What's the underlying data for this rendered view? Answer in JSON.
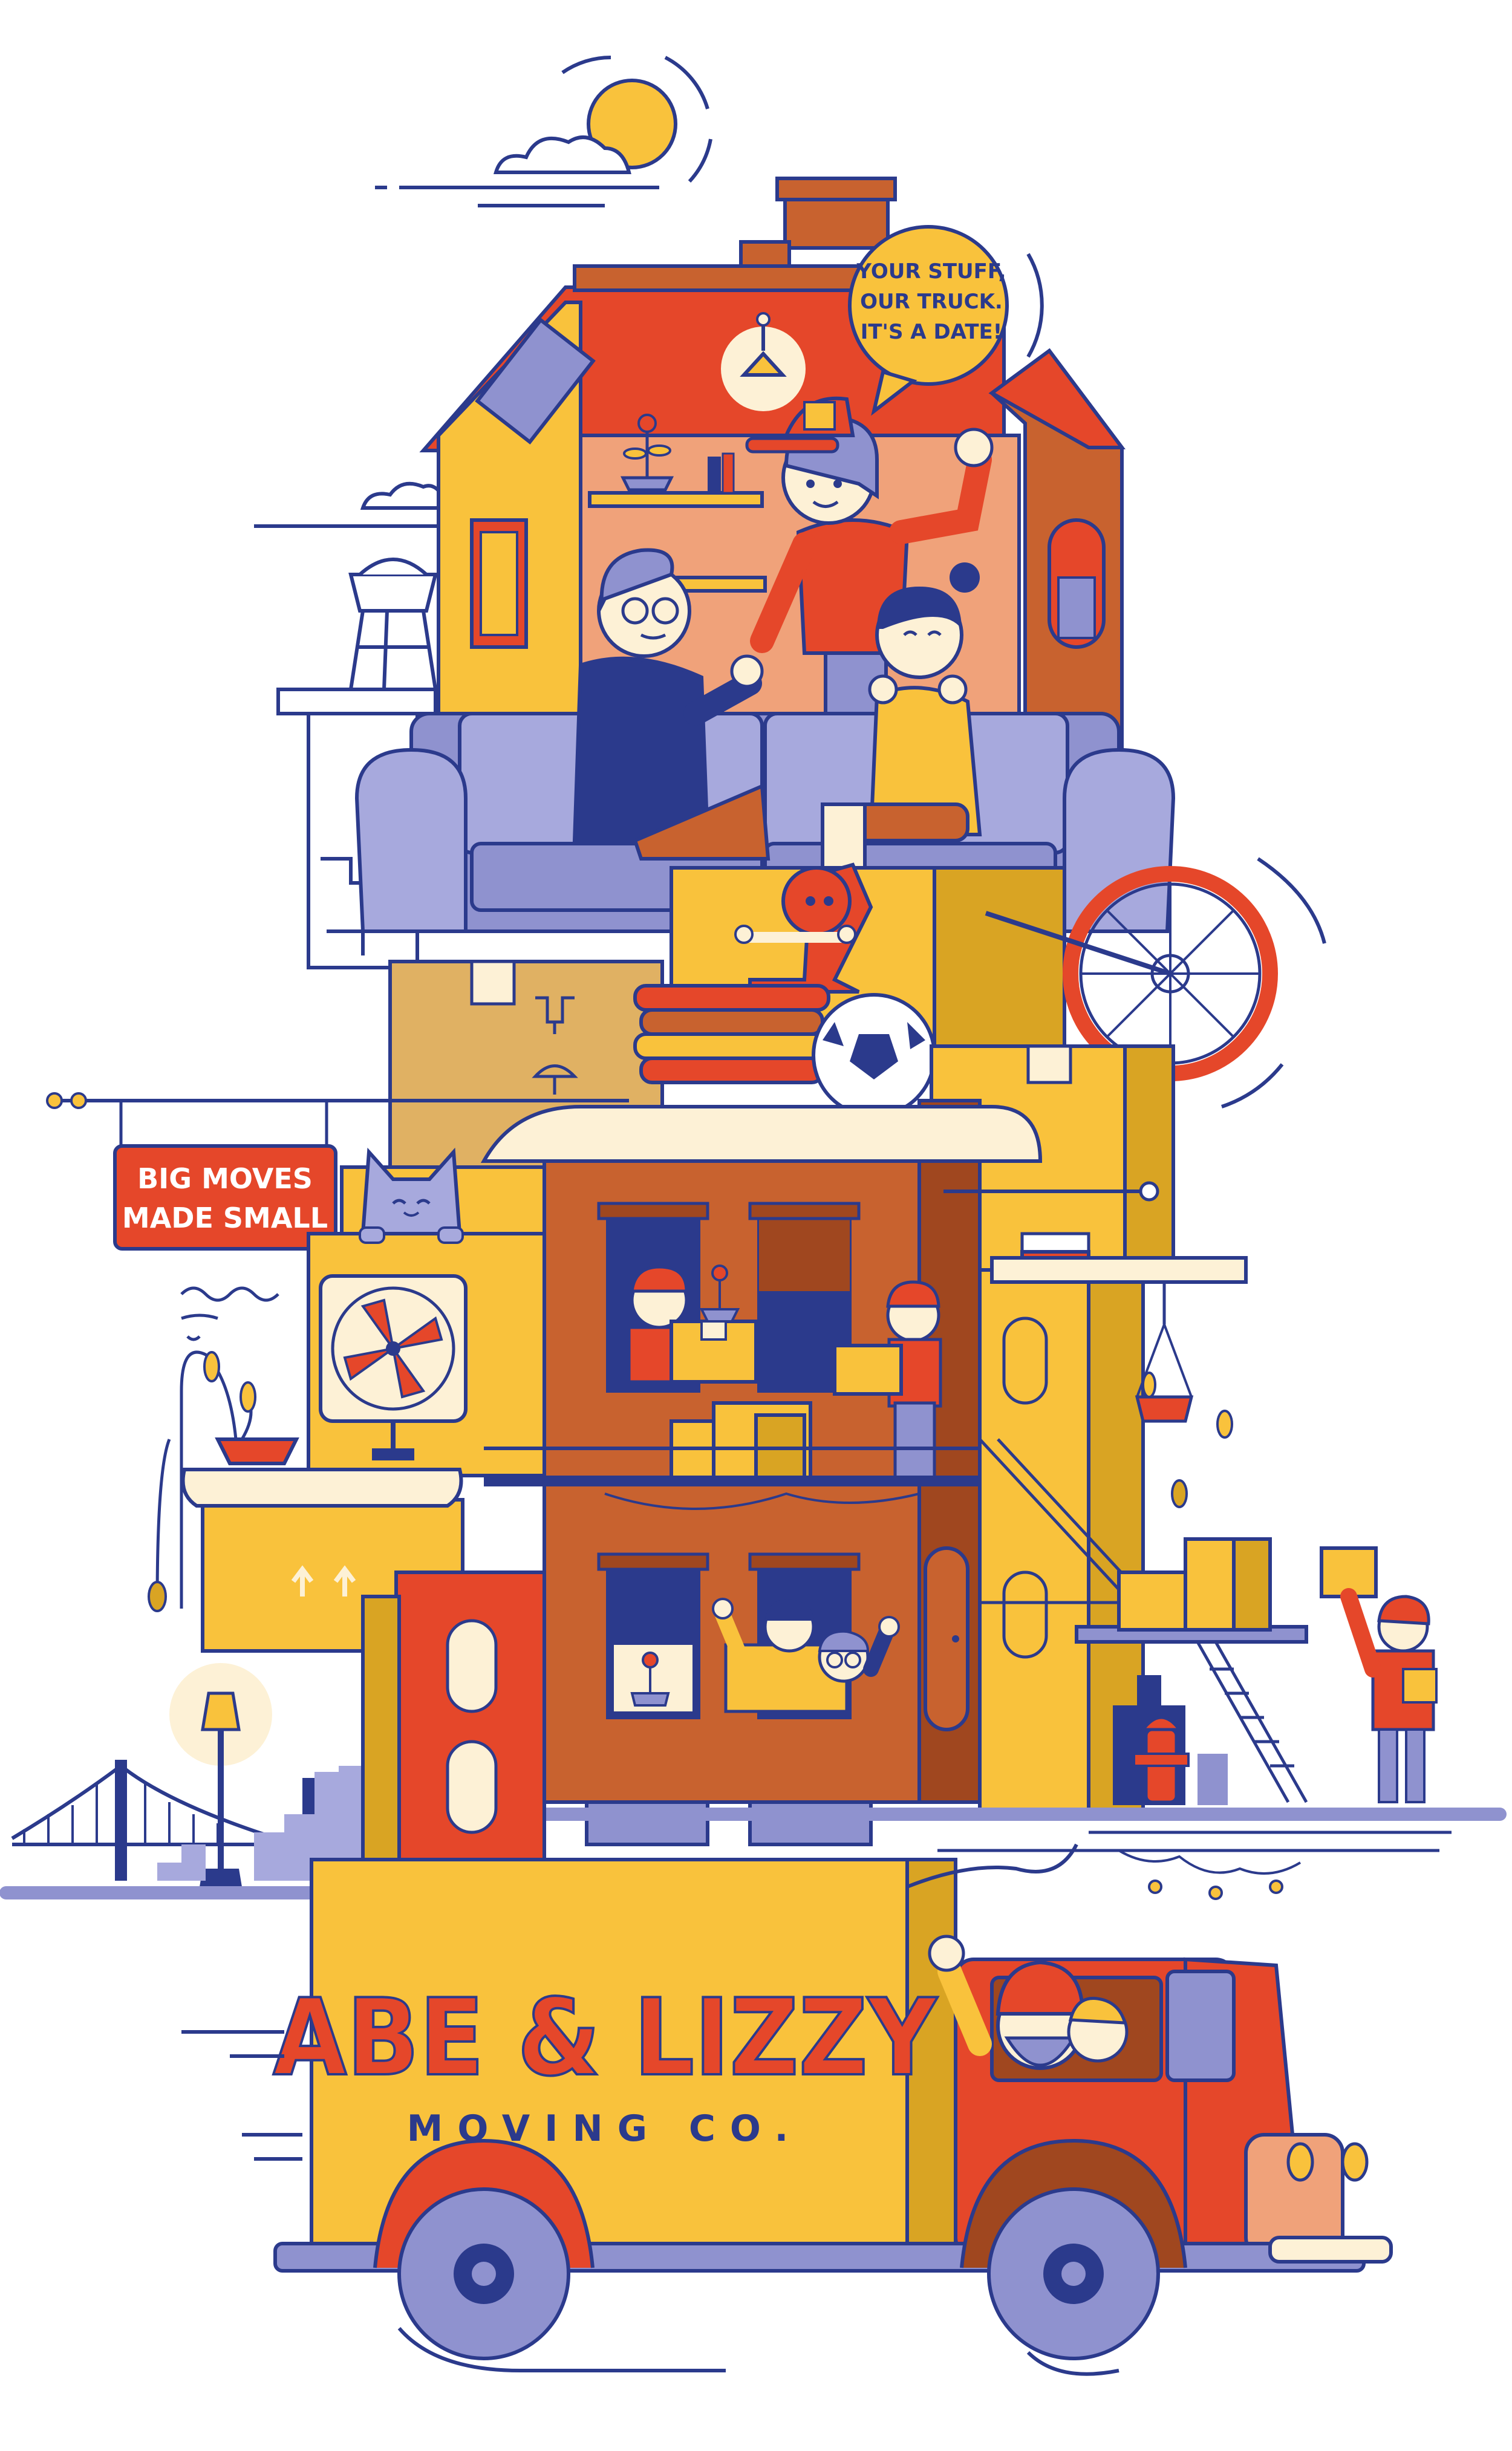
{
  "speech_bubble": {
    "line1": "YOUR STUFF,",
    "line2": "OUR TRUCK.",
    "line3": "IT'S A DATE!"
  },
  "hanging_sign": {
    "line1": "BIG MOVES",
    "line2": "MADE SMALL"
  },
  "banner": {
    "letter1": "A",
    "letter2": "&",
    "letter3": "L"
  },
  "truck": {
    "brand_name": "ABE & LIZZY",
    "subtitle": "MOVING CO."
  },
  "colors": {
    "navy": "#2b3a8c",
    "orange_red": "#e5472a",
    "yellow": "#f9c23c",
    "mustard": "#d9a423",
    "peach": "#f0a27a",
    "brick": "#c8622f",
    "lavender": "#8f92cf",
    "cream": "#fdf1d6",
    "cardboard": "#e0b163"
  },
  "icons": [
    "sun-icon",
    "cloud-icon",
    "water-tower-icon",
    "lamp-post-icon",
    "bridge-icon",
    "fire-hydrant-icon",
    "soccer-ball-icon",
    "bicycle-wheel-icon",
    "cat-icon",
    "dog-icon",
    "fan-icon",
    "plant-icon",
    "fragile-icon",
    "umbrella-icon",
    "arrow-up-icon"
  ]
}
